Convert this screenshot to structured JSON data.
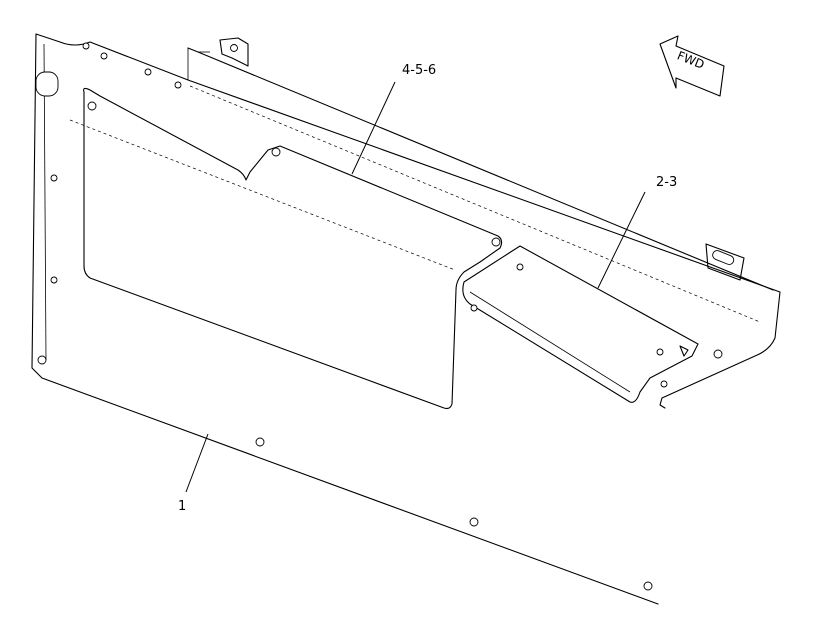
{
  "callouts": [
    {
      "id": "panel",
      "label": "1"
    },
    {
      "id": "bracket",
      "label": "2-3"
    },
    {
      "id": "plate",
      "label": "4-5-6"
    }
  ],
  "direction_marker": {
    "label": "FWD",
    "icon": "forward-arrow-icon"
  },
  "colors": {
    "line": "#000000",
    "background": "#ffffff"
  }
}
